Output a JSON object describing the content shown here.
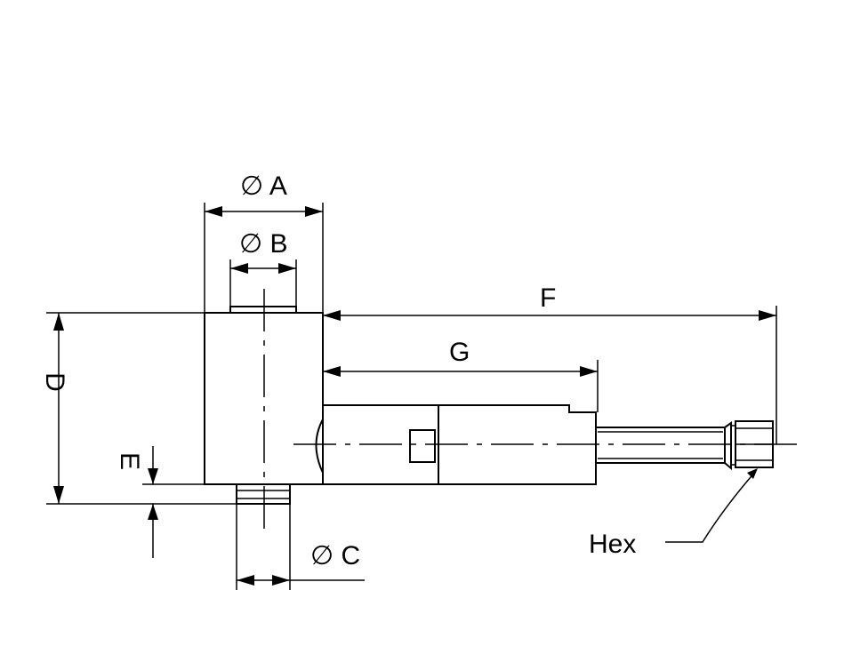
{
  "diagram": {
    "labels": {
      "dia_a": "∅ A",
      "dia_b": "∅ B",
      "dia_c": "∅ C",
      "d": "D",
      "e": "E",
      "f": "F",
      "g": "G",
      "hex": "Hex"
    }
  }
}
